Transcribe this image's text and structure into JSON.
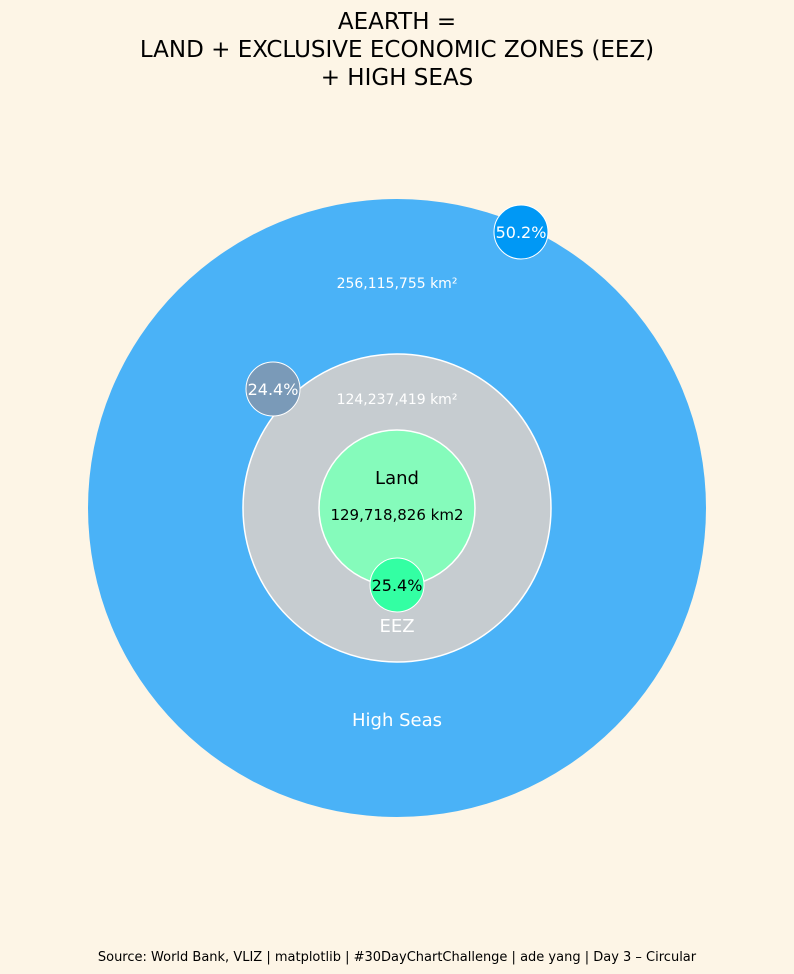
{
  "title_lines": [
    "AEARTH =",
    "LAND + EXCLUSIVE ECONOMIC ZONES (EEZ)",
    "+ HIGH SEAS"
  ],
  "source": "Source: World Bank, VLIZ | matplotlib | #30DayChartChallenge | ade yang | Day 3 – Circular",
  "colors": {
    "background": "#fdf5e6",
    "high_seas": "#4ab2f7",
    "eez": "#c6ccd0",
    "land": "#85fbbb",
    "high_seas_badge": "#0098f5",
    "eez_badge": "#7a9ab8",
    "land_badge": "#33ffa3",
    "outline": "#ffffff"
  },
  "chart_data": {
    "type": "nested_circles",
    "title": "AEARTH = LAND + EXCLUSIVE ECONOMIC ZONES (EEZ) + HIGH SEAS",
    "series": [
      {
        "name": "High Seas",
        "area_label": "256,115,755 km²",
        "percent_label": "50.2%",
        "percent": 50.2
      },
      {
        "name": "EEZ",
        "area_label": "124,237,419 km²",
        "percent_label": "24.4%",
        "percent": 24.4
      },
      {
        "name": "Land",
        "area_label": "129,718,826 km2",
        "percent_label": "25.4%",
        "percent": 25.4
      }
    ]
  }
}
